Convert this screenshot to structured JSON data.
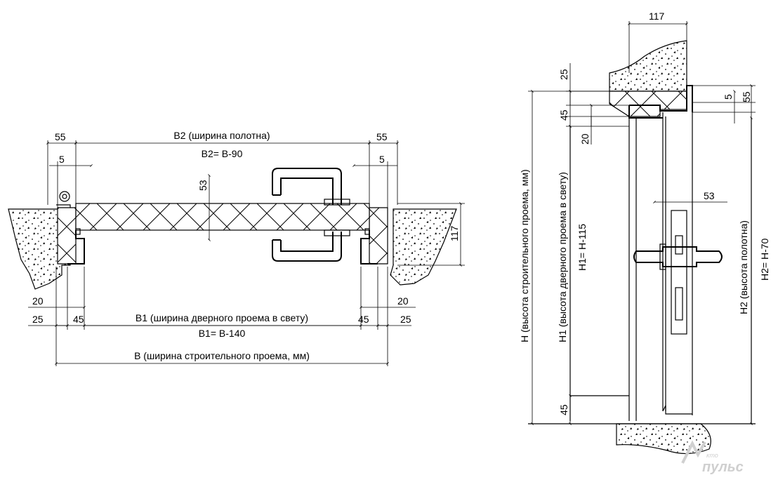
{
  "plan_view": {
    "dims": {
      "left_55": "55",
      "right_55": "55",
      "left_5": "5",
      "right_5": "5",
      "leaf_width_label": "B2 (ширина полотна)",
      "leaf_width_formula": "B2= B-90",
      "leaf_thickness": "53",
      "wall_depth": "117",
      "left_20": "20",
      "right_20": "20",
      "left_25": "25",
      "right_25": "25",
      "left_45": "45",
      "right_45": "45",
      "clear_width_label": "B1 (ширина дверного проема в свету)",
      "clear_width_formula": "B1= B-140",
      "opening_width_label": "B (ширина строительного проема, мм)"
    }
  },
  "section_view": {
    "dims": {
      "top_117": "117",
      "top_25": "25",
      "top_45": "45",
      "top_20": "20",
      "right_5": "5",
      "right_55": "55",
      "handle_53": "53",
      "bottom_45": "45",
      "opening_height_label": "H (высота строительного проема, мм)",
      "clear_height_label": "H1 (высота дверного проема в свету)",
      "clear_height_formula": "H1= H-115",
      "leaf_height_label": "H2 (высота полотна)",
      "leaf_height_formula": "H2= H-70"
    }
  },
  "watermark": {
    "small": "кто",
    "brand": "пульс"
  }
}
